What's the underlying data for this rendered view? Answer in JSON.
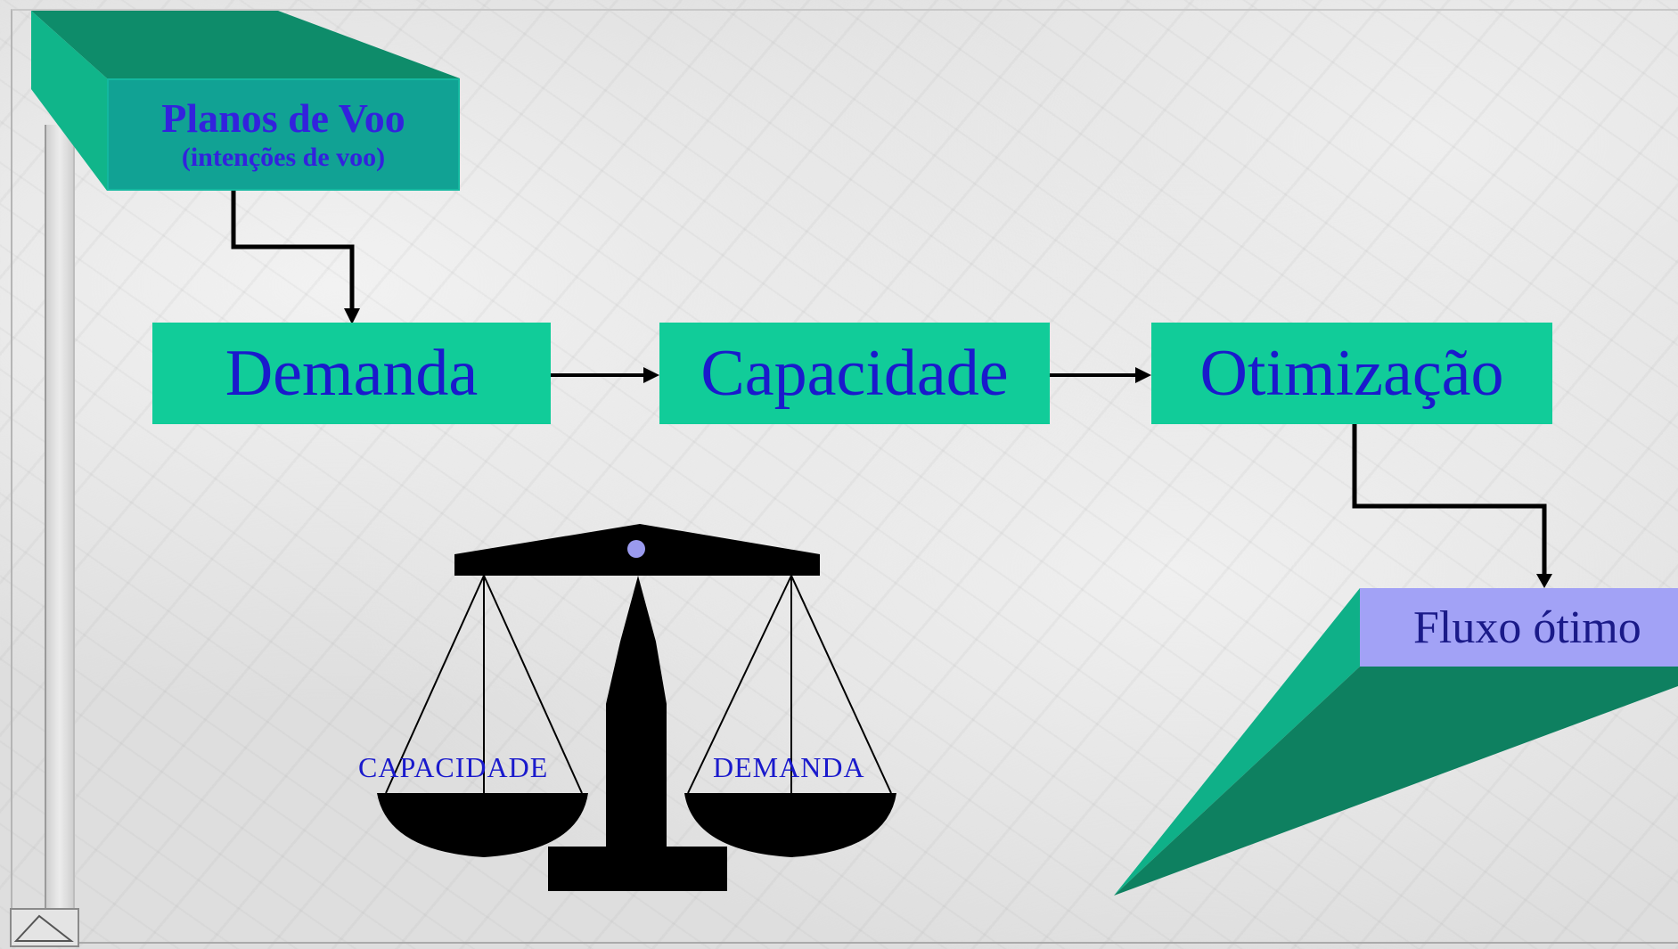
{
  "plan_box": {
    "title": "Planos de Voo",
    "subtitle": "(intenções de voo)"
  },
  "flow": {
    "step1": "Demanda",
    "step2": "Capacidade",
    "step3": "Otimização",
    "result": "Fluxo ótimo"
  },
  "scale": {
    "left_pan_label": "CAPACIDADE",
    "right_pan_label": "DEMANDA"
  },
  "colors": {
    "box_fill": "#11cc99",
    "box_text": "#1a1acc",
    "plan_fill": "#11a294",
    "result_fill": "#a2a2f6",
    "dark_green": "#0e8060"
  }
}
